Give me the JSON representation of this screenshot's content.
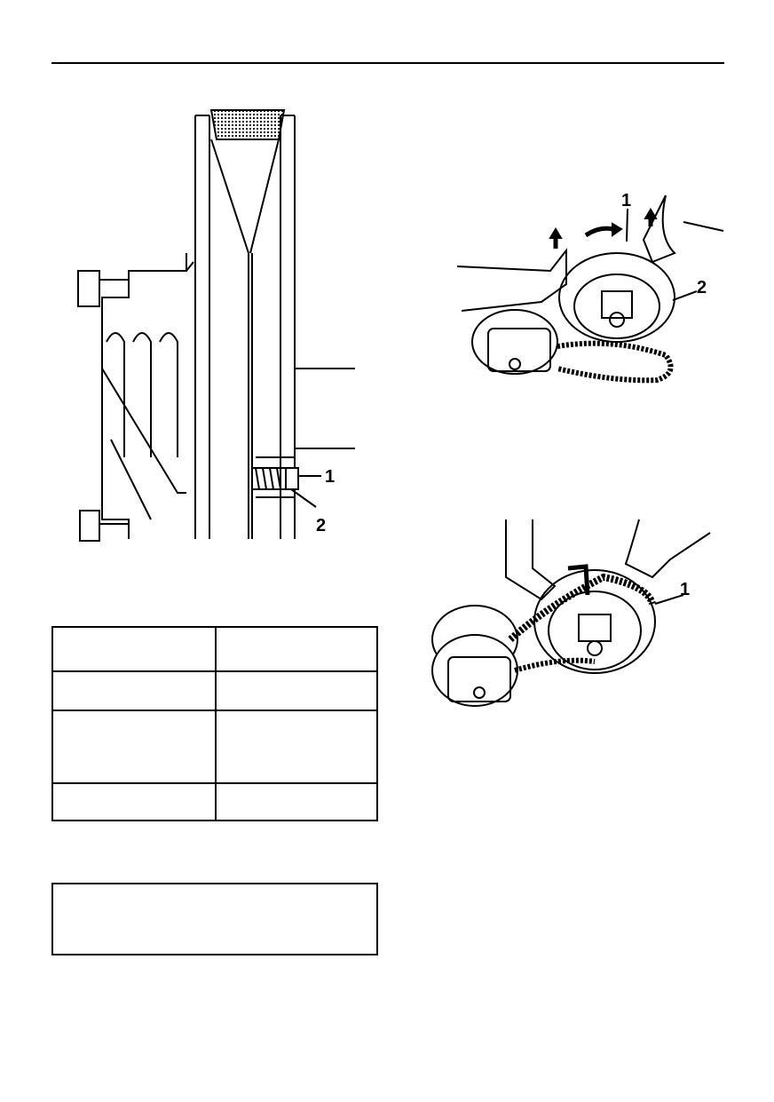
{
  "figures": {
    "primary_pulley": {
      "callouts": [
        "1",
        "2"
      ]
    },
    "belt_removal": {
      "callouts": [
        "1",
        "2"
      ]
    },
    "belt_install": {
      "callouts": [
        "1"
      ]
    }
  },
  "spec_table": {
    "rows": [
      [
        "",
        ""
      ],
      [
        "",
        ""
      ],
      [
        "",
        ""
      ],
      [
        "",
        ""
      ]
    ]
  },
  "note_box": {
    "text": ""
  }
}
